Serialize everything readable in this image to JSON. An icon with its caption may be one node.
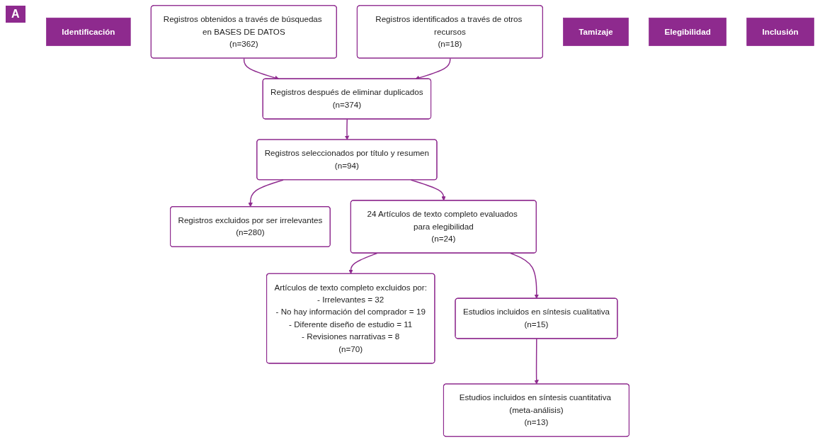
{
  "diagram": {
    "nodes": [
      {
        "text": [
          "Identificación"
        ]
      },
      {
        "text": [
          "Registros obtenidos a través de búsquedas en BASES DE DATOS",
          "(n=362)"
        ]
      },
      {
        "text": [
          "Registros identificados a través de otros recursos",
          "(n=18)"
        ]
      },
      {
        "text": [
          "Registros después de eliminar duplicados",
          "(n=374)"
        ]
      },
      {
        "text": [
          "Tamizaje"
        ]
      },
      {
        "text": [
          "Registros seleccionados por título y resumen",
          "(n=94)"
        ]
      },
      {
        "text": [
          "Registros excluidos por ser irrelevantes",
          "(n=280)"
        ]
      },
      {
        "text": [
          "Elegibilidad"
        ]
      },
      {
        "text": [
          "24 Artículos de texto completo evaluados para elegibilidad",
          "(n=24)"
        ]
      },
      {
        "text": [
          "Artículos de texto completo excluidos por:",
          "- Irrelevantes = 32",
          "- No hay información del comprador = 19",
          "- Diferente diseño de estudio = 11",
          "- Revisiones narrativas = 8",
          "(n=70)"
        ]
      },
      {
        "text": [
          "Estudios incluidos en síntesis cualitativa",
          "(n=15)"
        ]
      },
      {
        "text": [
          "Inclusión"
        ]
      },
      {
        "text": [
          "Estudios incluidos en síntesis cuantitativa (meta-análisis)",
          "(n=13)"
        ]
      }
    ],
    "edges": [
      {
        "from": 1,
        "to": 3,
        "arrow": "to"
      },
      {
        "from": 2,
        "to": 3,
        "arrow": "to"
      },
      {
        "from": 3,
        "to": 5,
        "arrow": "to"
      },
      {
        "from": 5,
        "to": 6,
        "arrow": "to"
      },
      {
        "from": 5,
        "to": 8,
        "arrow": "to"
      },
      {
        "from": 8,
        "to": 9,
        "arrow": "to"
      },
      {
        "from": 8,
        "to": 10,
        "arrow": "to"
      },
      {
        "from": 10,
        "to": 12,
        "arrow": "to"
      }
    ],
    "labels": [
      "A"
    ]
  }
}
